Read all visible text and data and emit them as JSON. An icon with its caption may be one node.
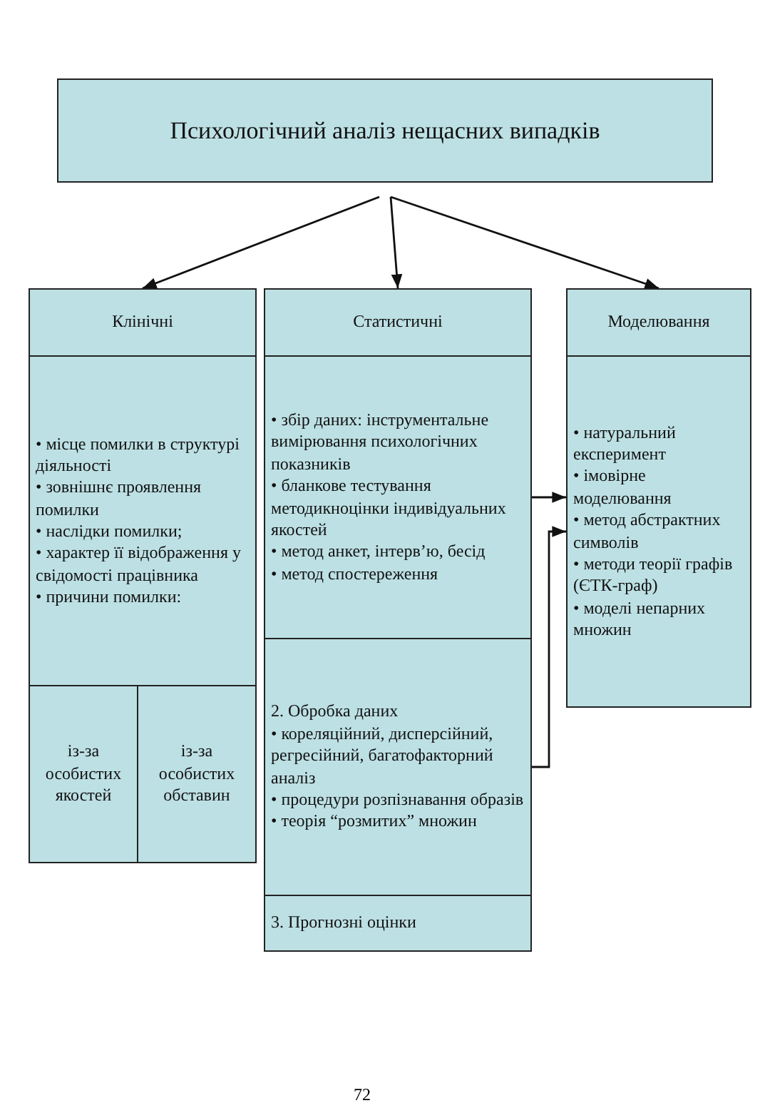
{
  "diagram": {
    "nodes": [
      {
        "text": [
          "Психологічний аналіз нещасних випадків"
        ]
      },
      {
        "text": [
          "Клінічні"
        ]
      },
      {
        "text": [
          "• місце помилки в структурі діяльності",
          "• зовнішнє проявлення помилки",
          "• наслідки помилки;",
          "• характер її відображення у свідомості працівника",
          "• причини помилки:"
        ]
      },
      {
        "text": [
          "із-за особистих якостей"
        ]
      },
      {
        "text": [
          "із-за особистих обставин"
        ]
      },
      {
        "text": [
          "Статистичні"
        ]
      },
      {
        "text": [
          "• збір даних: інструментальне вимірювання психологічних показників",
          "• бланкове тестування методикноцінки індивідуальних якостей",
          "• метод анкет, інтерв’ю, бесід",
          "• метод спостереження"
        ]
      },
      {
        "text": [
          "2. Обробка даних",
          "• кореляційний, дисперсійний, регресійний, багатофакторний аналіз",
          "• процедури розпізнавання образів",
          "• теорія “розмитих” множин"
        ]
      },
      {
        "text": [
          "3. Прогнозні оцінки"
        ]
      },
      {
        "text": [
          "Моделювання"
        ]
      },
      {
        "text": [
          "• натуральний експеримент",
          "• імовірне моделювання",
          "• метод абстрактних символів",
          "• методи теорії графів (ЄТК-граф)",
          "• моделі непарних множин"
        ]
      }
    ],
    "edges": [
      {
        "from": 0,
        "to": 1,
        "arrow": "to"
      },
      {
        "from": 0,
        "to": 5,
        "arrow": "to"
      },
      {
        "from": 0,
        "to": 9,
        "arrow": "to"
      },
      {
        "from": 6,
        "to": 10,
        "arrow": "to"
      },
      {
        "from": 7,
        "to": 10,
        "arrow": "to"
      }
    ],
    "labels": [
      "72"
    ]
  }
}
